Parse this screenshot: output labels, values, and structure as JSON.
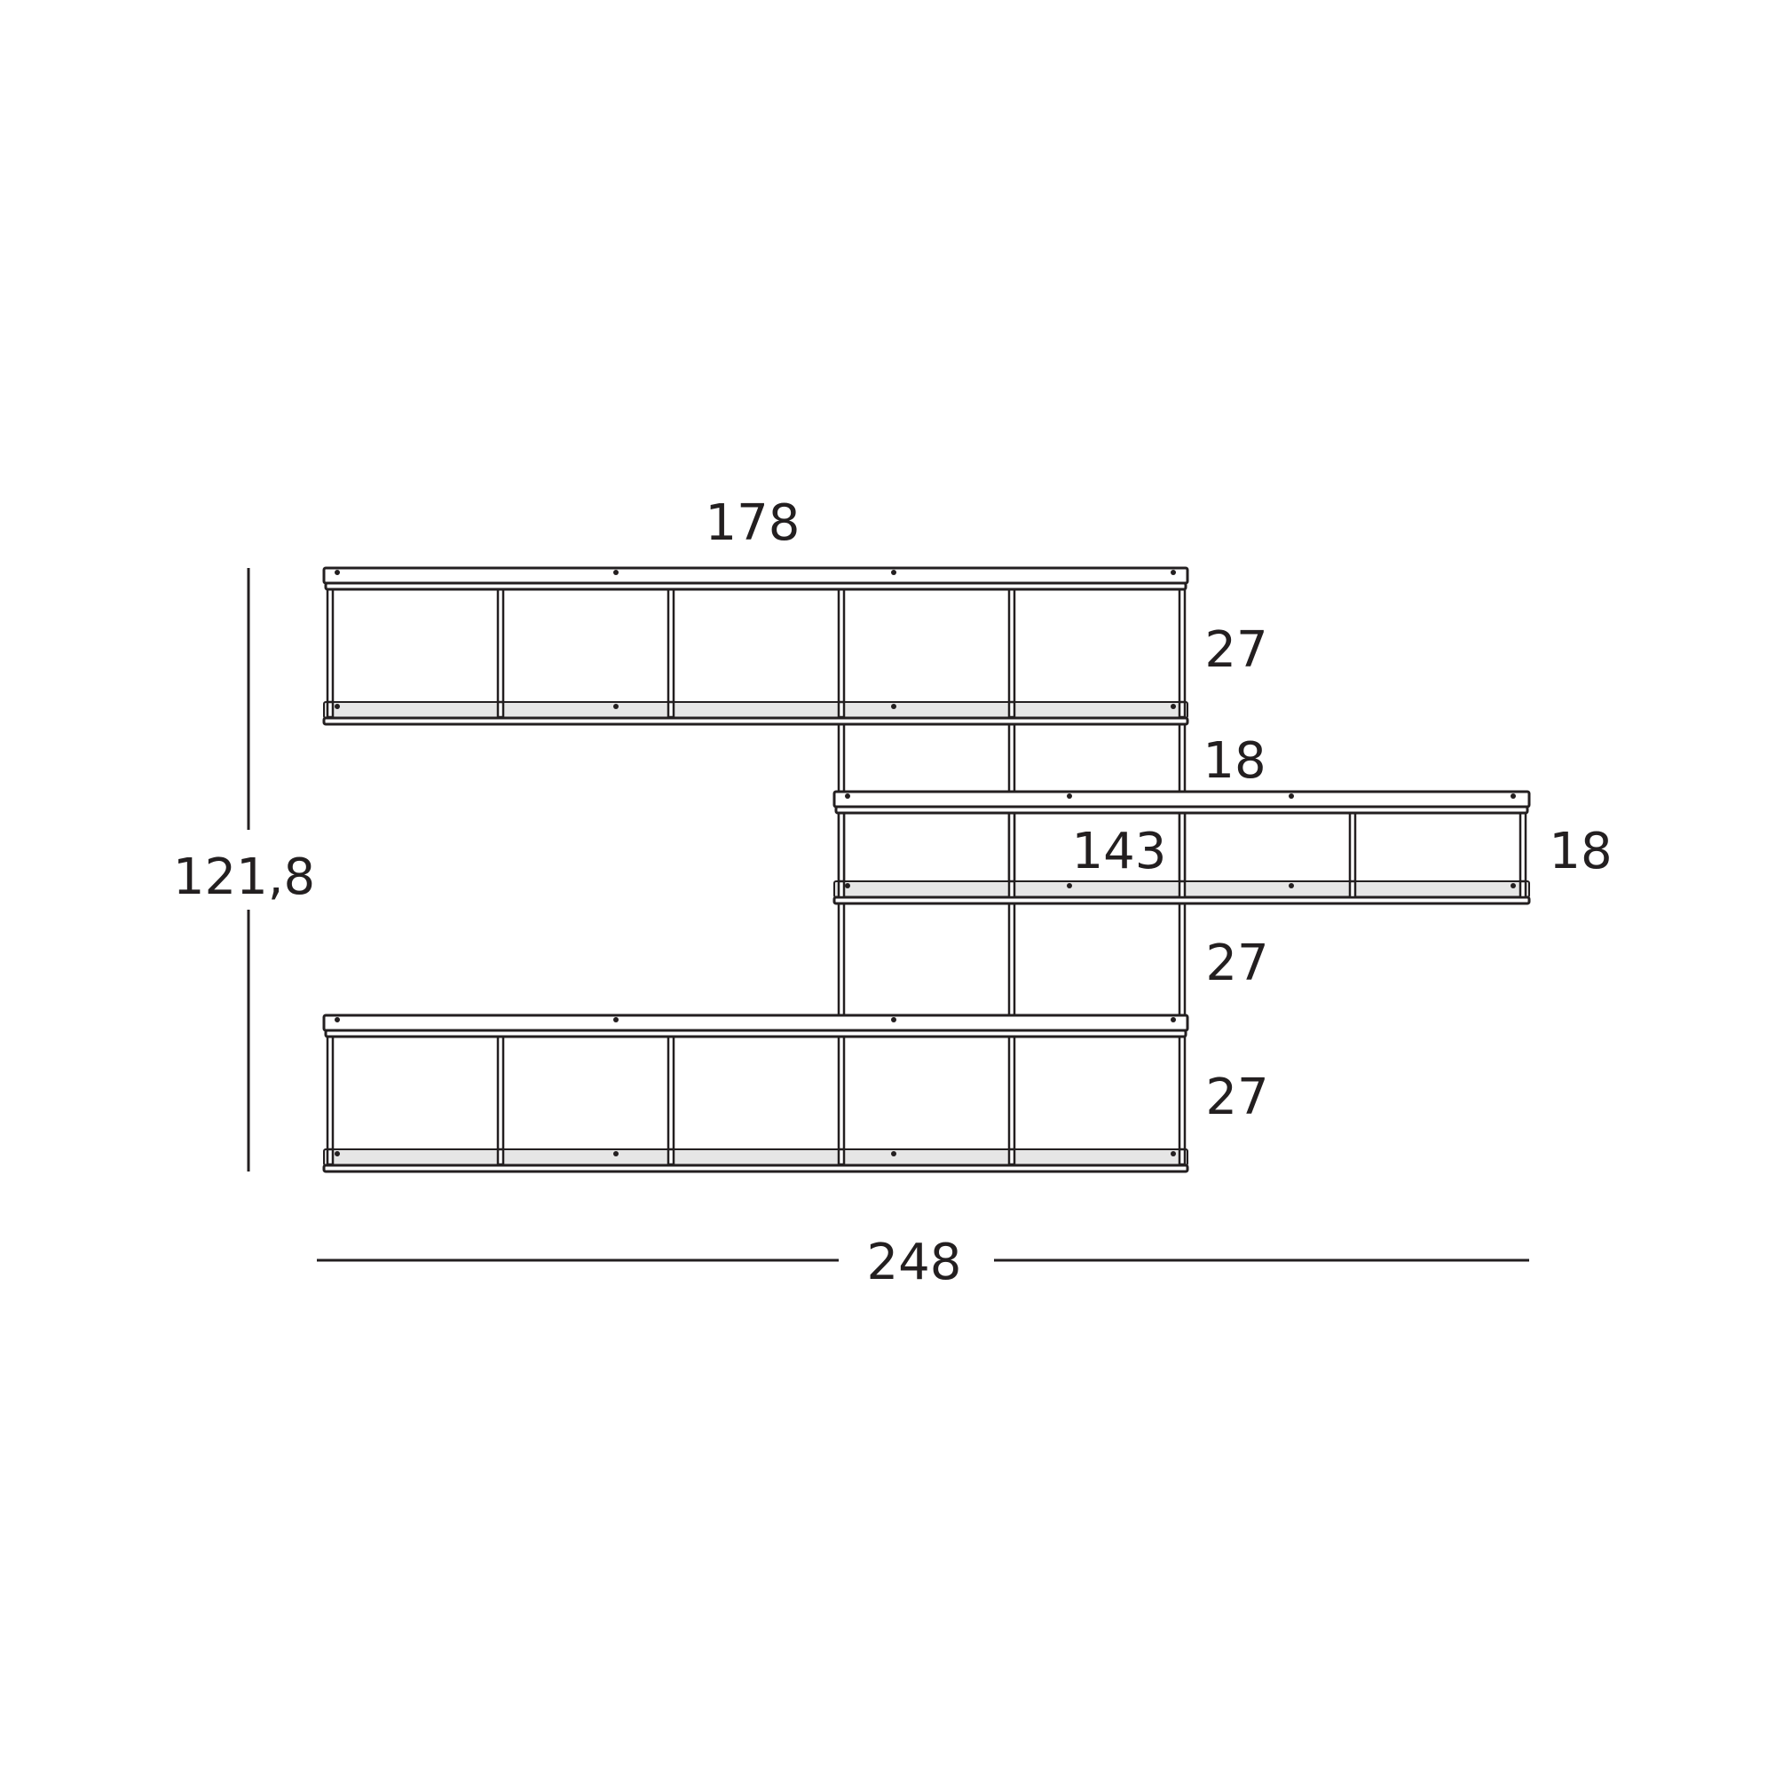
{
  "dimensions": {
    "overall_width": "248",
    "overall_height": "121,8",
    "top_shelf_width": "178",
    "right_shelf_width": "143",
    "top_compartment_height": "27",
    "upper_gap_height": "18",
    "right_compartment_height": "18",
    "middle_gap_height": "27",
    "bottom_compartment_height": "27"
  },
  "colors": {
    "line": "#231f20",
    "shelf_face": "#e6e6e6",
    "background": "#ffffff"
  }
}
